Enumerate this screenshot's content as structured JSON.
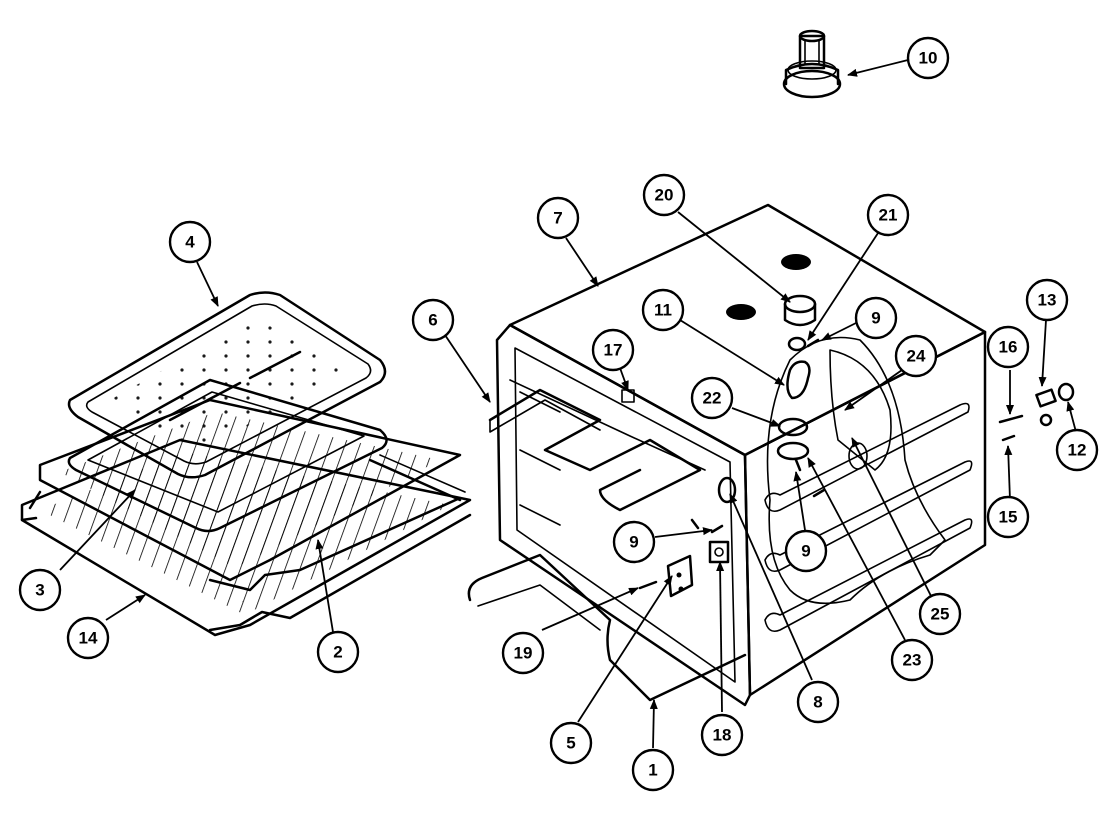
{
  "callouts": {
    "c1": "1",
    "c2": "2",
    "c3": "3",
    "c4": "4",
    "c5": "5",
    "c6": "6",
    "c7": "7",
    "c8": "8",
    "c9a": "9",
    "c9b": "9",
    "c9c": "9",
    "c10": "10",
    "c11": "11",
    "c12": "12",
    "c13": "13",
    "c14": "14",
    "c15": "15",
    "c16": "16",
    "c17": "17",
    "c18": "18",
    "c19": "19",
    "c20": "20",
    "c21": "21",
    "c22": "22",
    "c23": "23",
    "c24": "24",
    "c25": "25"
  }
}
